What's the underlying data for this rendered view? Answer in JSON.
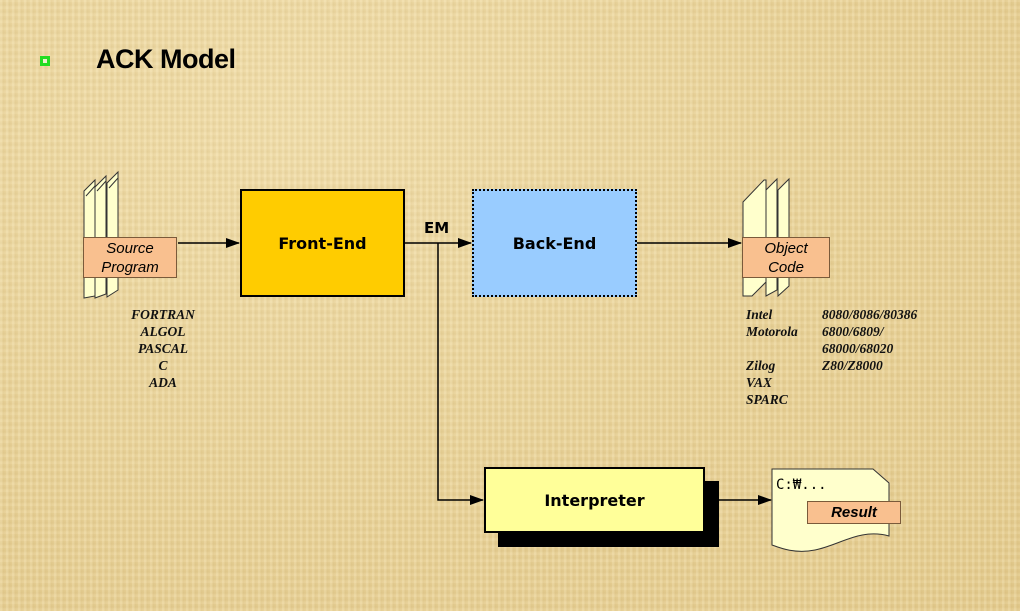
{
  "slide": {
    "title": "ACK Model",
    "bullet_color": "#22dd22"
  },
  "diagram": {
    "source": {
      "label_line1": "Source",
      "label_line2": "Program"
    },
    "front_end": {
      "label": "Front-End",
      "color": "#ffcc00"
    },
    "em_label": "EM",
    "back_end": {
      "label": "Back-End",
      "color": "#99ccff"
    },
    "object": {
      "label_line1": "Object",
      "label_line2": "Code"
    },
    "interpreter": {
      "label": "Interpreter",
      "color": "#ffff99"
    },
    "result": {
      "prompt": "C:₩...",
      "label": "Result"
    },
    "languages": [
      "FORTRAN",
      "ALGOL",
      "PASCAL",
      "C",
      "ADA"
    ],
    "targets": [
      {
        "vendor": "Intel",
        "cpu": "8080/8086/80386"
      },
      {
        "vendor": "Motorola",
        "cpu": "6800/6809/"
      },
      {
        "vendor": "",
        "cpu": "68000/68020"
      },
      {
        "vendor": "Zilog",
        "cpu": "Z80/Z8000"
      },
      {
        "vendor": "VAX",
        "cpu": ""
      },
      {
        "vendor": "SPARC",
        "cpu": ""
      }
    ]
  }
}
